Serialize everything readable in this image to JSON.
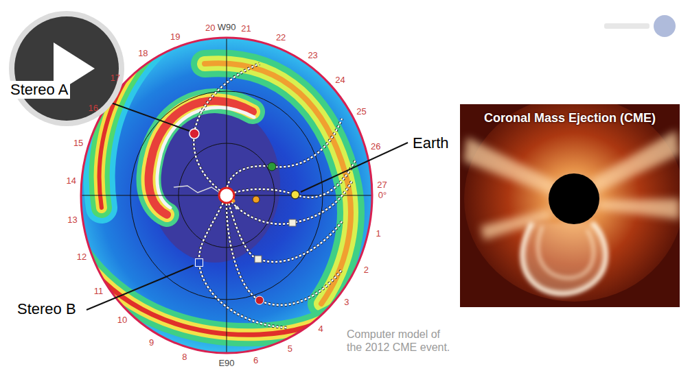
{
  "diagram": {
    "caption": "Computer model of the 2012 CME event.",
    "nodes": [
      {
        "text": [
          "Coronal Mass Ejection (CME)"
        ]
      }
    ],
    "labels": [
      "Stereo A",
      "Earth",
      "Stereo B",
      "20",
      "W90",
      "21",
      "22",
      "23",
      "24",
      "25",
      "26",
      "27",
      "0°",
      "1",
      "2",
      "3",
      "4",
      "5",
      "6",
      "E90",
      "8",
      "9",
      "10",
      "11",
      "12",
      "13",
      "14",
      "15",
      "16",
      "17",
      "18",
      "19"
    ]
  }
}
